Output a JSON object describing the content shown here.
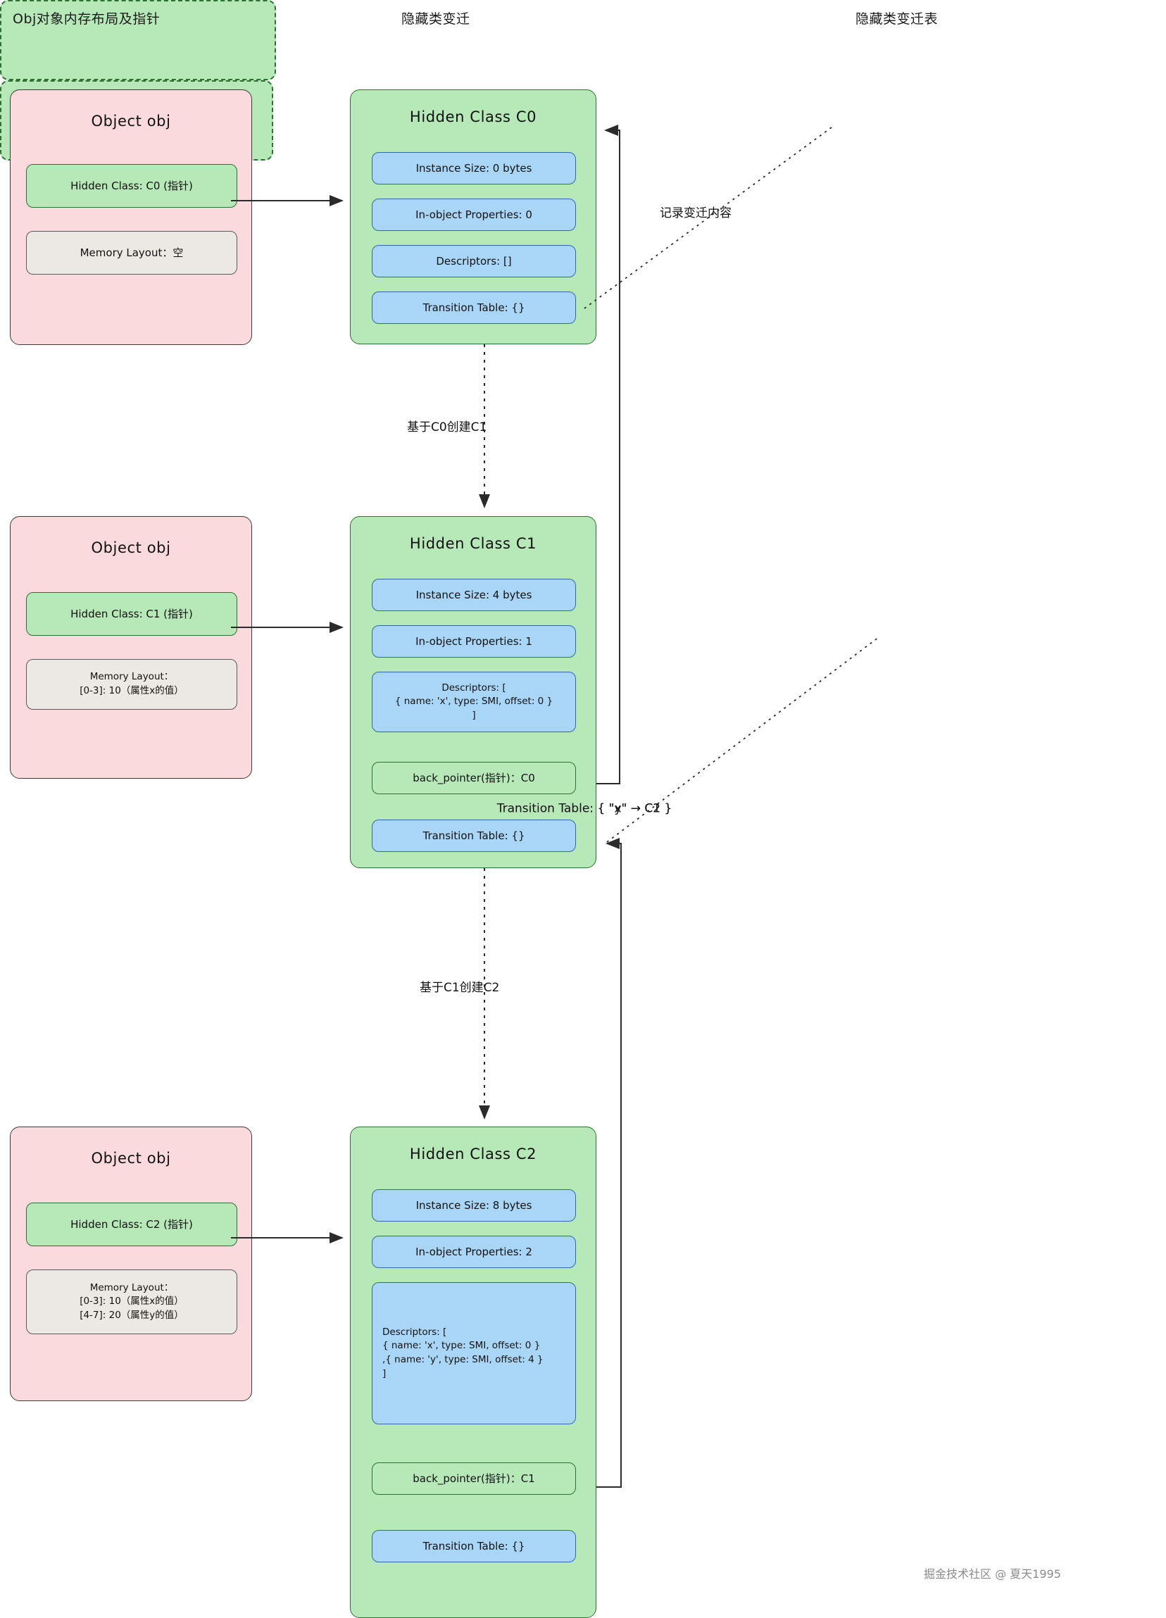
{
  "columns": [
    {
      "title": "Obj对象内存布局及指针"
    },
    {
      "title": "隐藏类变迁"
    },
    {
      "title": "隐藏类变迁表"
    }
  ],
  "objects": [
    {
      "title": "Object obj",
      "hidden_class": "Hidden Class: C0 (指针)",
      "memory_layout": "Memory Layout：空"
    },
    {
      "title": "Object obj",
      "hidden_class": "Hidden Class: C1 (指针)",
      "memory_layout": "Memory Layout：\n[0-3]: 10（属性x的值）"
    },
    {
      "title": "Object obj",
      "hidden_class": "Hidden Class: C2 (指针)",
      "memory_layout": "Memory Layout：\n[0-3]: 10（属性x的值）\n[4-7]: 20（属性y的值）"
    }
  ],
  "hidden_classes": [
    {
      "title": "Hidden Class C0",
      "instance_size": "Instance Size: 0 bytes",
      "in_object_properties": "In-object Properties: 0",
      "descriptors": "Descriptors: []",
      "back_pointer": null,
      "transition_table": "Transition Table: {}"
    },
    {
      "title": "Hidden Class C1",
      "instance_size": "Instance Size: 4 bytes",
      "in_object_properties": "In-object Properties: 1",
      "descriptors": "Descriptors: [\n{ name: 'x', type: SMI, offset: 0 }\n]",
      "back_pointer": "back_pointer(指针)：C0",
      "transition_table": "Transition Table: {}"
    },
    {
      "title": "Hidden Class C2",
      "instance_size": "Instance Size: 8 bytes",
      "in_object_properties": "In-object Properties: 2",
      "descriptors": "Descriptors: [\n{ name: 'x', type: SMI, offset: 0 }\n,{ name: 'y', type: SMI, offset: 4 }\n]",
      "back_pointer": "back_pointer(指针)：C1",
      "transition_table": "Transition Table: {}"
    }
  ],
  "transition_tables": [
    {
      "text": "Transition Table: {\n\"x\" → C1\n}"
    },
    {
      "text": "Transition Table: {\n\"y\" → C2\n}"
    }
  ],
  "edge_labels": {
    "record": "记录变迁内容",
    "create_c1": "基于C0创建C1",
    "create_c2": "基于C1创建C2"
  },
  "watermark": "掘金技术社区 @ 夏天1995",
  "colors": {
    "object_fill": "#fadadd",
    "hidden_class_fill": "#b6e8b8",
    "descriptor_fill": "#a9d6f7",
    "memory_fill": "#ece8e4",
    "stroke": "#2b2b2b"
  }
}
